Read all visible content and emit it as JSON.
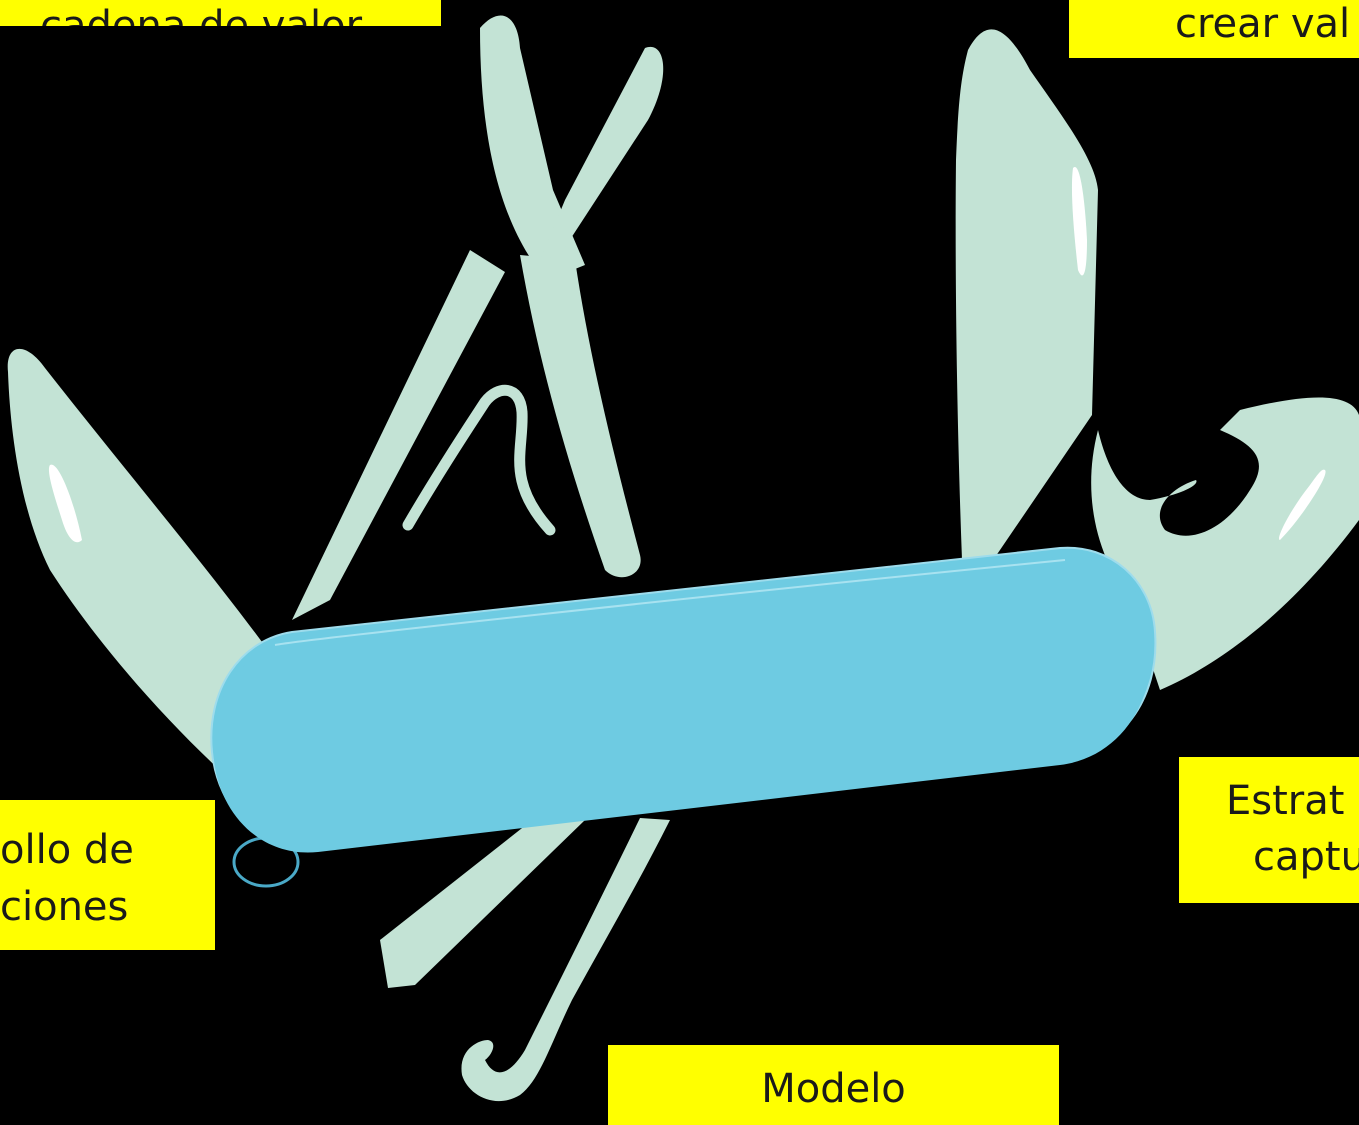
{
  "colors": {
    "background": "#000000",
    "tool": "#c3e3d5",
    "handle": "#6ecbe2",
    "highlight": "#ffffff",
    "callout": "#ffff00",
    "callout_text": "#1a1a1a"
  },
  "image": {
    "subject": "swiss-army-knife-icon"
  },
  "callouts": {
    "top_left": "cadena de valor",
    "top_right": "crear val",
    "middle_left": {
      "line1": "ollo de",
      "line2": "ciones"
    },
    "middle_right": {
      "line1": "Estrat",
      "line2": "captu"
    },
    "bottom": "Modelo"
  }
}
